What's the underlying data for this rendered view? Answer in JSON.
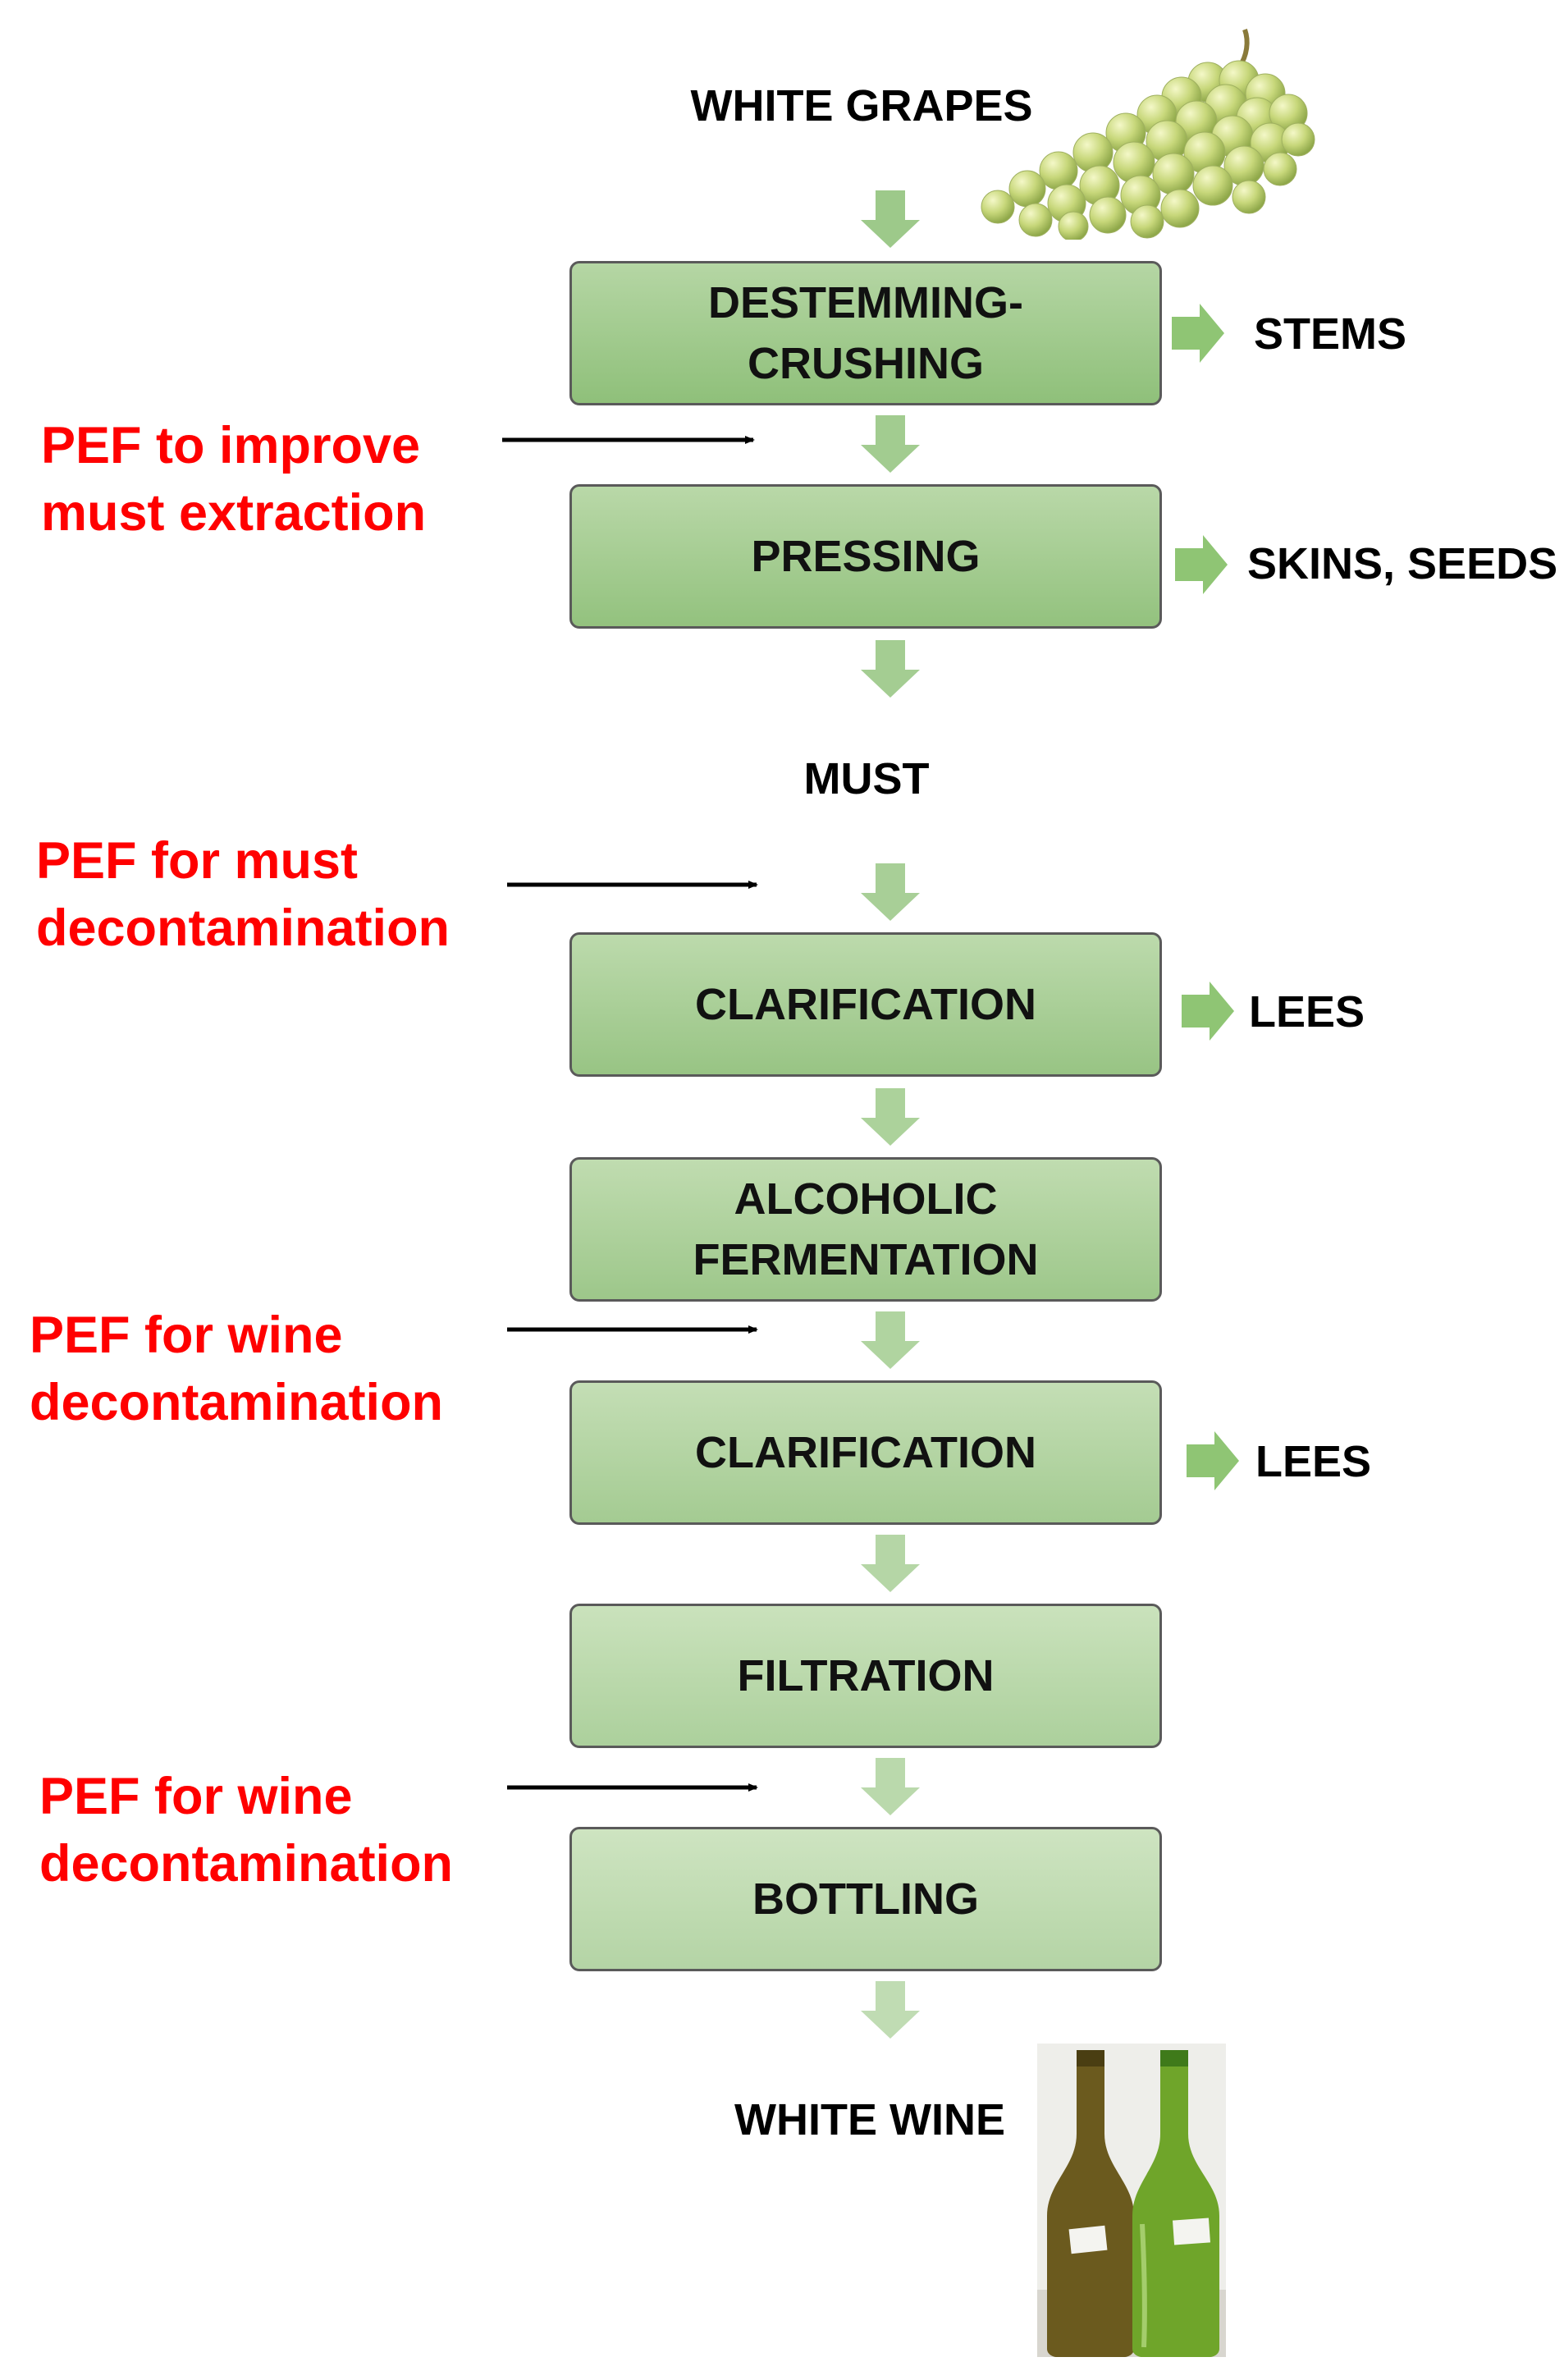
{
  "start_label": "WHITE GRAPES",
  "intermediate_label": "MUST",
  "end_label": "WHITE WINE",
  "steps": [
    {
      "label": "DESTEMMING-\nCRUSHING"
    },
    {
      "label": "PRESSING"
    },
    {
      "label": "CLARIFICATION"
    },
    {
      "label": "ALCOHOLIC\nFERMENTATION"
    },
    {
      "label": "CLARIFICATION"
    },
    {
      "label": "FILTRATION"
    },
    {
      "label": "BOTTLING"
    }
  ],
  "side_outputs": [
    "STEMS",
    "SKINS, SEEDS",
    "LEES",
    "LEES"
  ],
  "pef_annotations": [
    "PEF to improve\nmust extraction",
    "PEF for must\ndecontamination",
    "PEF for wine\ndecontamination",
    "PEF for wine\ndecontamination"
  ],
  "colors": {
    "pef_text": "#ff0000",
    "flow_arrow": "#9dc98a",
    "step_fill_top": "#b5d6a4",
    "step_border": "#5a5a5a"
  },
  "icons": [
    "grapes-image",
    "wine-bottles-image"
  ]
}
